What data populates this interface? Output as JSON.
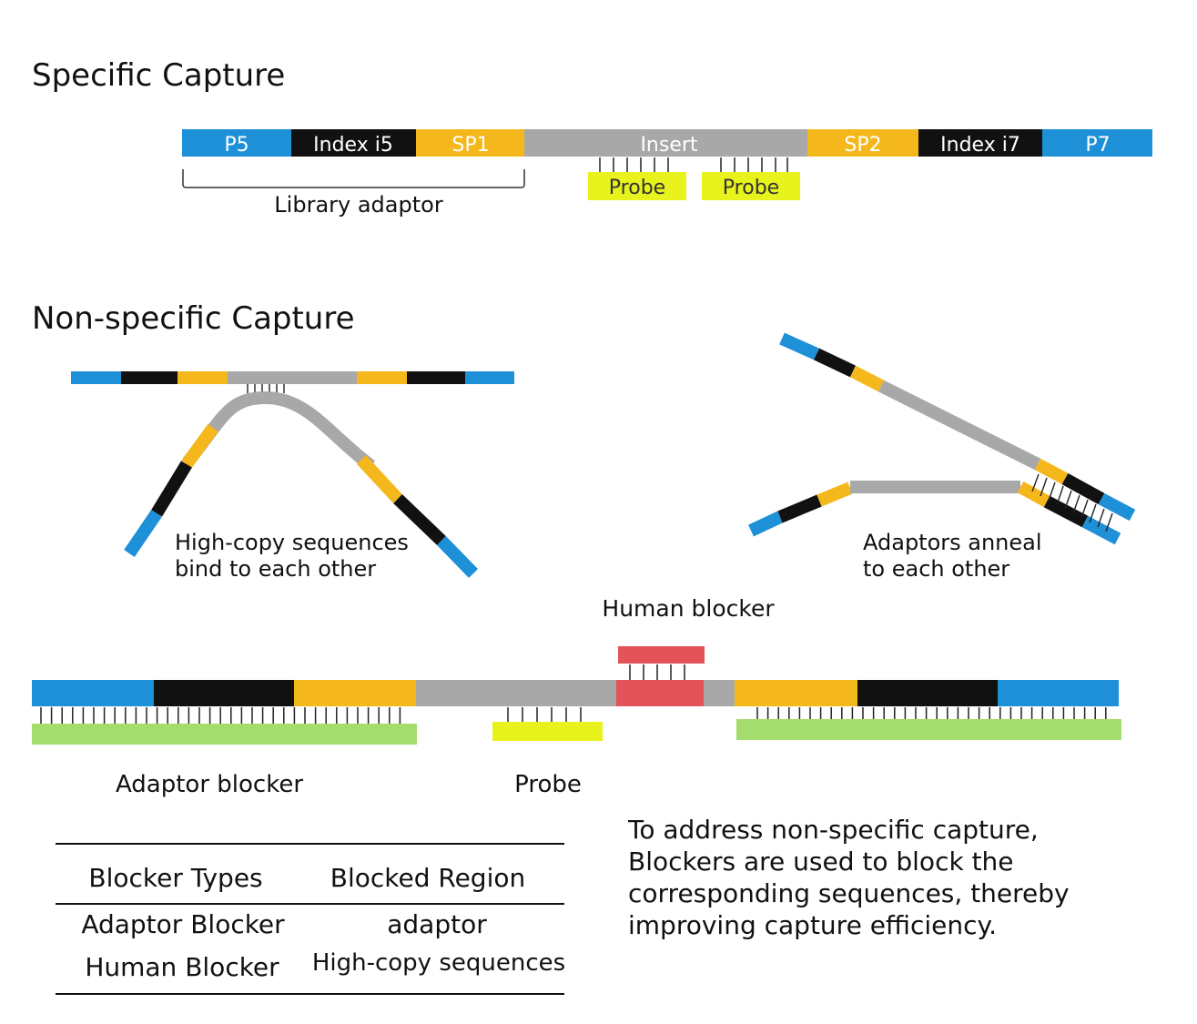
{
  "titles": {
    "specific": "Specific Capture",
    "nonspecific": "Non-specific Capture"
  },
  "specific_capture": {
    "segments": [
      "P5",
      "Index i5",
      "SP1",
      "Insert",
      "SP2",
      "Index i7",
      "P7"
    ],
    "probe_labels": [
      "Probe",
      "Probe"
    ],
    "library_adaptor_label": "Library  adaptor"
  },
  "nonspecific": {
    "left_caption": [
      "High-copy sequences",
      "bind to each other"
    ],
    "right_caption": [
      "Adaptors anneal",
      "to each other"
    ]
  },
  "blocker_diagram": {
    "human_blocker_label": "Human blocker",
    "adaptor_blocker_label": "Adaptor blocker",
    "probe_label": "Probe"
  },
  "table": {
    "headers": [
      "Blocker Types",
      "Blocked Region"
    ],
    "rows": [
      [
        "Adaptor Blocker",
        "adaptor"
      ],
      [
        "Human Blocker",
        "High-copy sequences"
      ]
    ]
  },
  "note": [
    "To address non-specific capture,",
    "Blockers are used to block the",
    "corresponding sequences, thereby",
    "improving capture efficiency."
  ],
  "colors": {
    "p_blue": "#1e90d8",
    "index_black": "#111111",
    "sp_orange": "#f5b81c",
    "insert_gray": "#a8a8a8",
    "probe_yellow": "#e8f21c",
    "blocker_green": "#a5dc6e",
    "human_red": "#e3545a"
  }
}
